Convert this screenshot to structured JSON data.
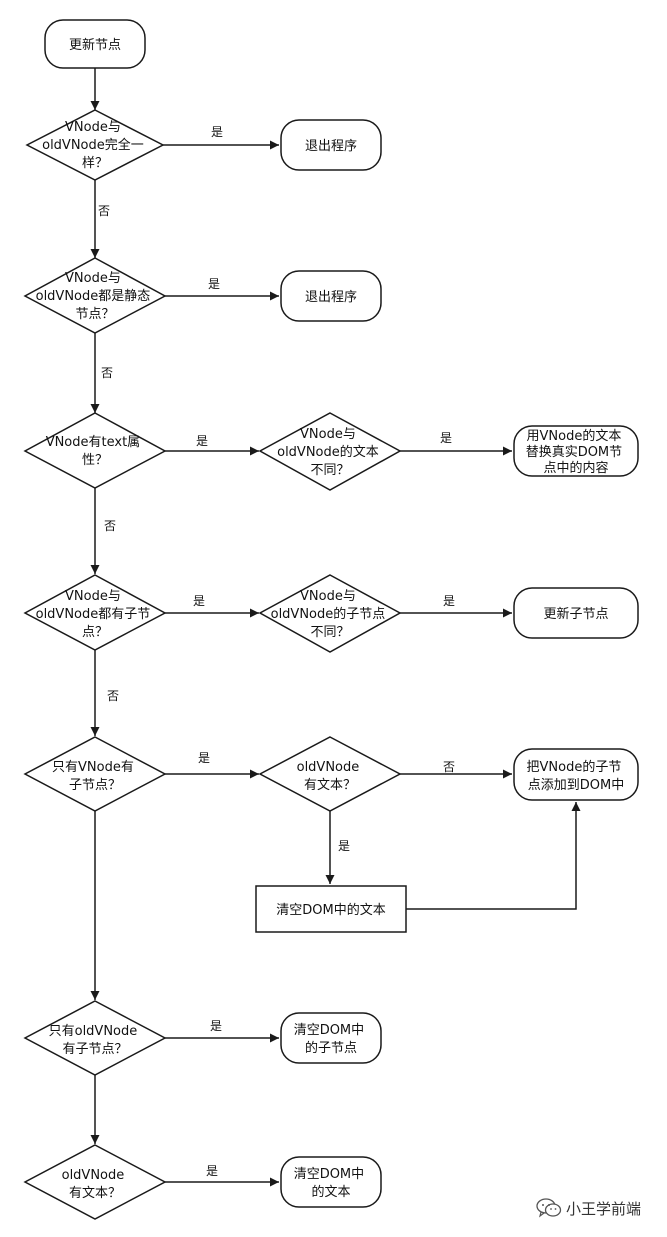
{
  "nodes": {
    "start": "更新节点",
    "q_same": [
      "VNode与",
      "oldVNode完全一",
      "样？"
    ],
    "exit_1": "退出程序",
    "q_static": [
      "VNode与",
      "oldVNode都是静态",
      "节点？"
    ],
    "exit_2": "退出程序",
    "q_text": [
      "VNode有text属",
      "性？"
    ],
    "q_text_diff": [
      "VNode与",
      "oldVNode的文本",
      "不同？"
    ],
    "replace_text": [
      "用VNode的文本",
      "替换真实DOM节",
      "点中的内容"
    ],
    "q_children": [
      "VNode与",
      "oldVNode都有子节",
      "点？"
    ],
    "q_children_diff": [
      "VNode与",
      "oldVNode的子节点",
      "不同？"
    ],
    "update_children": "更新子节点",
    "q_only_new_children": [
      "只有VNode有",
      "子节点？"
    ],
    "q_old_has_text": [
      "oldVNode",
      "有文本？"
    ],
    "add_children": [
      "把VNode的子节",
      "点添加到DOM中"
    ],
    "clear_text_1": "清空DOM中的文本",
    "q_only_old_children": [
      "只有oldVNode",
      "有子节点？"
    ],
    "clear_children": [
      "清空DOM中",
      "的子节点"
    ],
    "q_old_text_2": [
      "oldVNode",
      "有文本？"
    ],
    "clear_text_2": [
      "清空DOM中",
      "的文本"
    ]
  },
  "labels": {
    "yes": "是",
    "no": "否"
  },
  "watermark": "小王学前端",
  "watermark_icon": "wechat-icon"
}
